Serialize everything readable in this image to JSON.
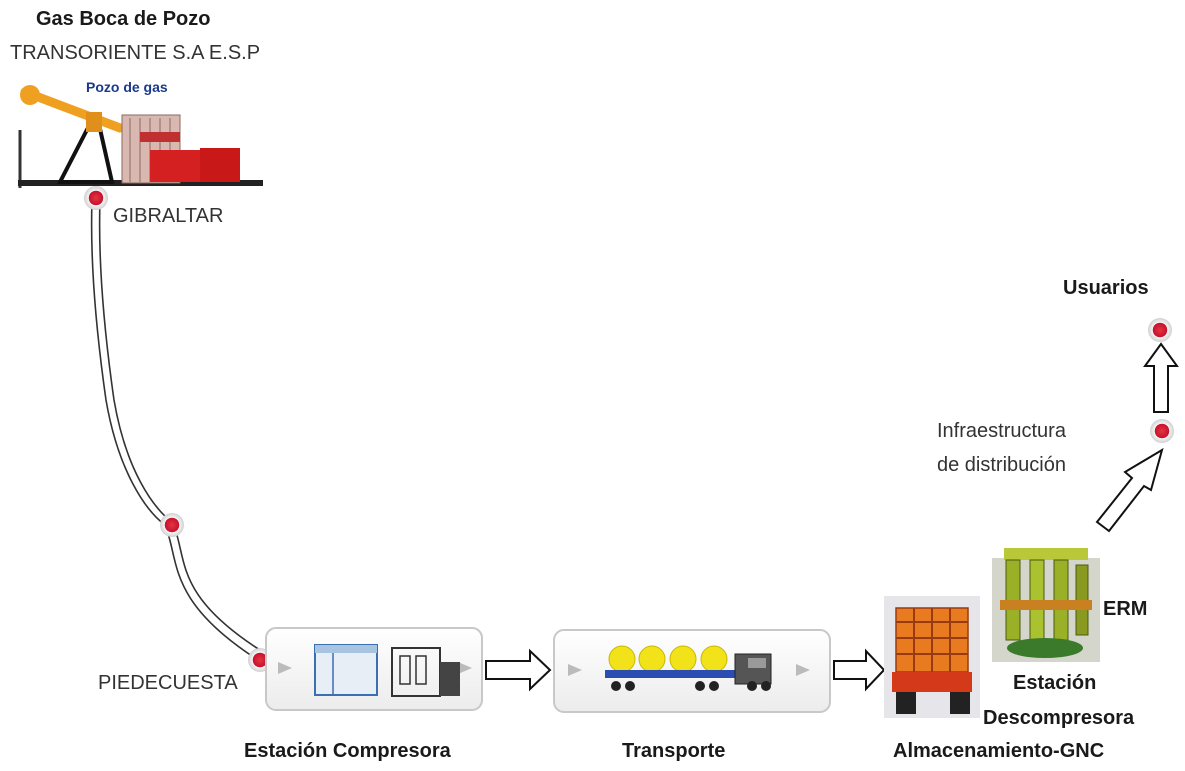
{
  "labels": {
    "title": "Gas Boca de Pozo",
    "company": "TRANSORIENTE S.A E.S.P",
    "well_caption": "Pozo de gas",
    "gibraltar": "GIBRALTAR",
    "piedecuesta": "PIEDECUESTA",
    "compresora": "Estación Compresora",
    "transporte": "Transporte",
    "almacenamiento": "Almacenamiento-GNC",
    "erm": "ERM",
    "estacion": "Estación",
    "descompresora": "Descompresora",
    "infra_line1": "Infraestructura",
    "infra_line2": "de distribución",
    "usuarios": "Usuarios"
  },
  "colors": {
    "node_red": "#c8102e",
    "node_border": "#bbbbbb",
    "box_border": "#c8c8c8",
    "pump_orange": "#f0a020",
    "truck_yellow": "#f2e21a",
    "truck_blue": "#2b4cb0",
    "trailer_red": "#d43a1a",
    "unit_green": "#7a9a1a"
  },
  "icons": [
    "pump-jack-icon",
    "compressor-station-icon",
    "tanker-truck-icon",
    "gnc-trailer-icon",
    "decompressor-unit-icon"
  ]
}
